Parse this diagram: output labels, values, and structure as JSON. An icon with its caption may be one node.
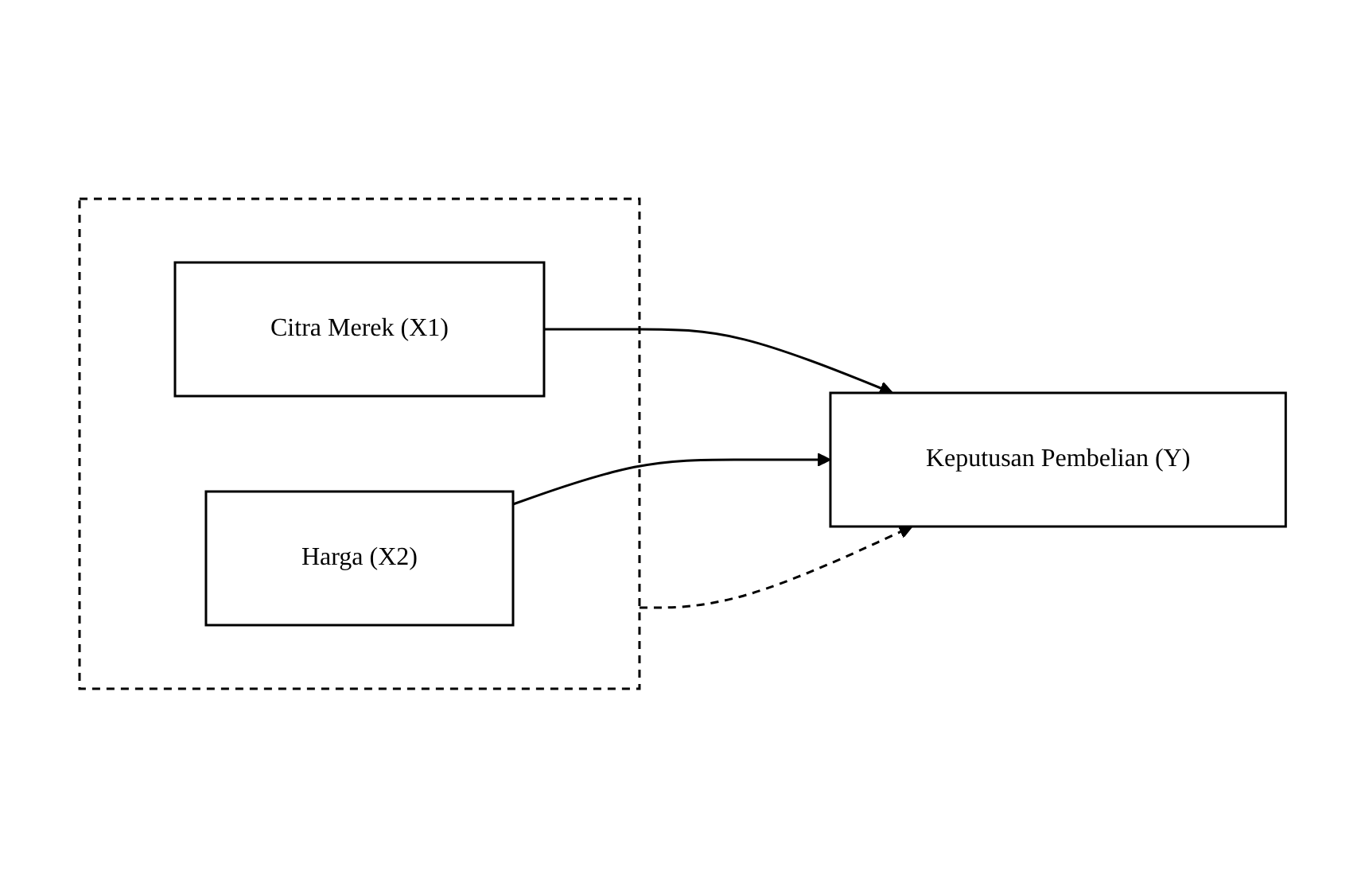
{
  "diagram": {
    "nodes": [
      {
        "text": [],
        "shape": "box"
      },
      {
        "text": [
          "Citra Merek (X1)"
        ],
        "in": 0
      },
      {
        "text": [
          "Harga (X2)"
        ],
        "in": 0
      },
      {
        "text": [
          "Keputusan Pembelian (Y)"
        ]
      }
    ],
    "edges": [
      {
        "from": 1,
        "to": 3,
        "arrow": "to"
      },
      {
        "from": 2,
        "to": 3,
        "arrow": "to"
      },
      {
        "from": 0,
        "to": 3,
        "arrow": "to",
        "style": "dashed"
      }
    ]
  }
}
